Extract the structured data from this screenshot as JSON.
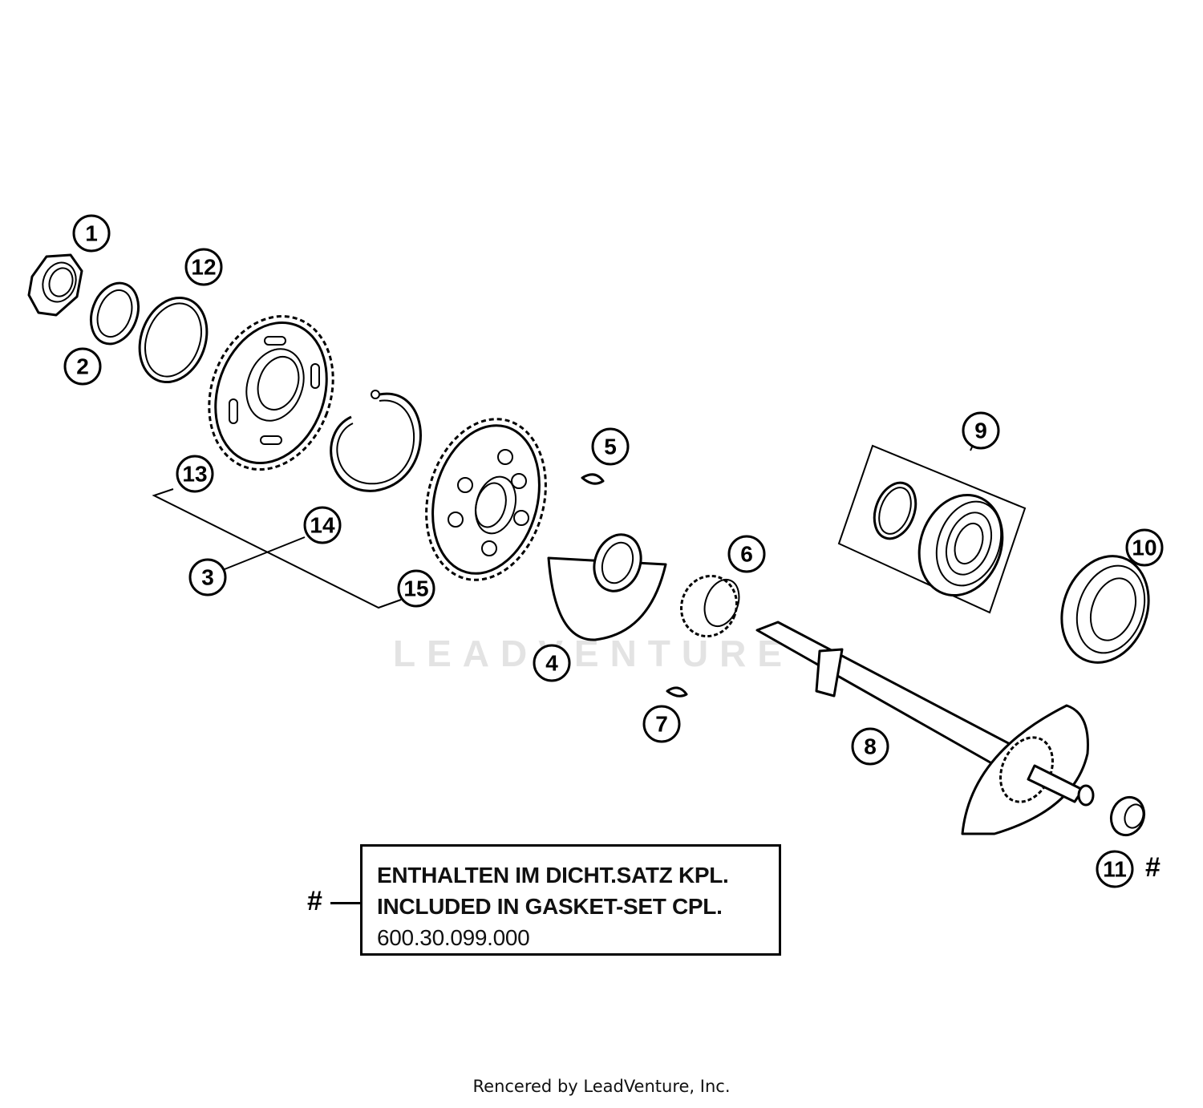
{
  "callouts": [
    "1",
    "2",
    "3",
    "4",
    "5",
    "6",
    "7",
    "8",
    "9",
    "10",
    "11",
    "12",
    "13",
    "14",
    "15"
  ],
  "note": {
    "symbol": "#",
    "line1": "ENTHALTEN IM DICHT.SATZ KPL.",
    "line2": "INCLUDED IN GASKET-SET CPL.",
    "line3": "600.30.099.000"
  },
  "part11_marker": "#",
  "watermark": "LEADVENTURE",
  "footer": "Rencered by LeadVenture, Inc."
}
